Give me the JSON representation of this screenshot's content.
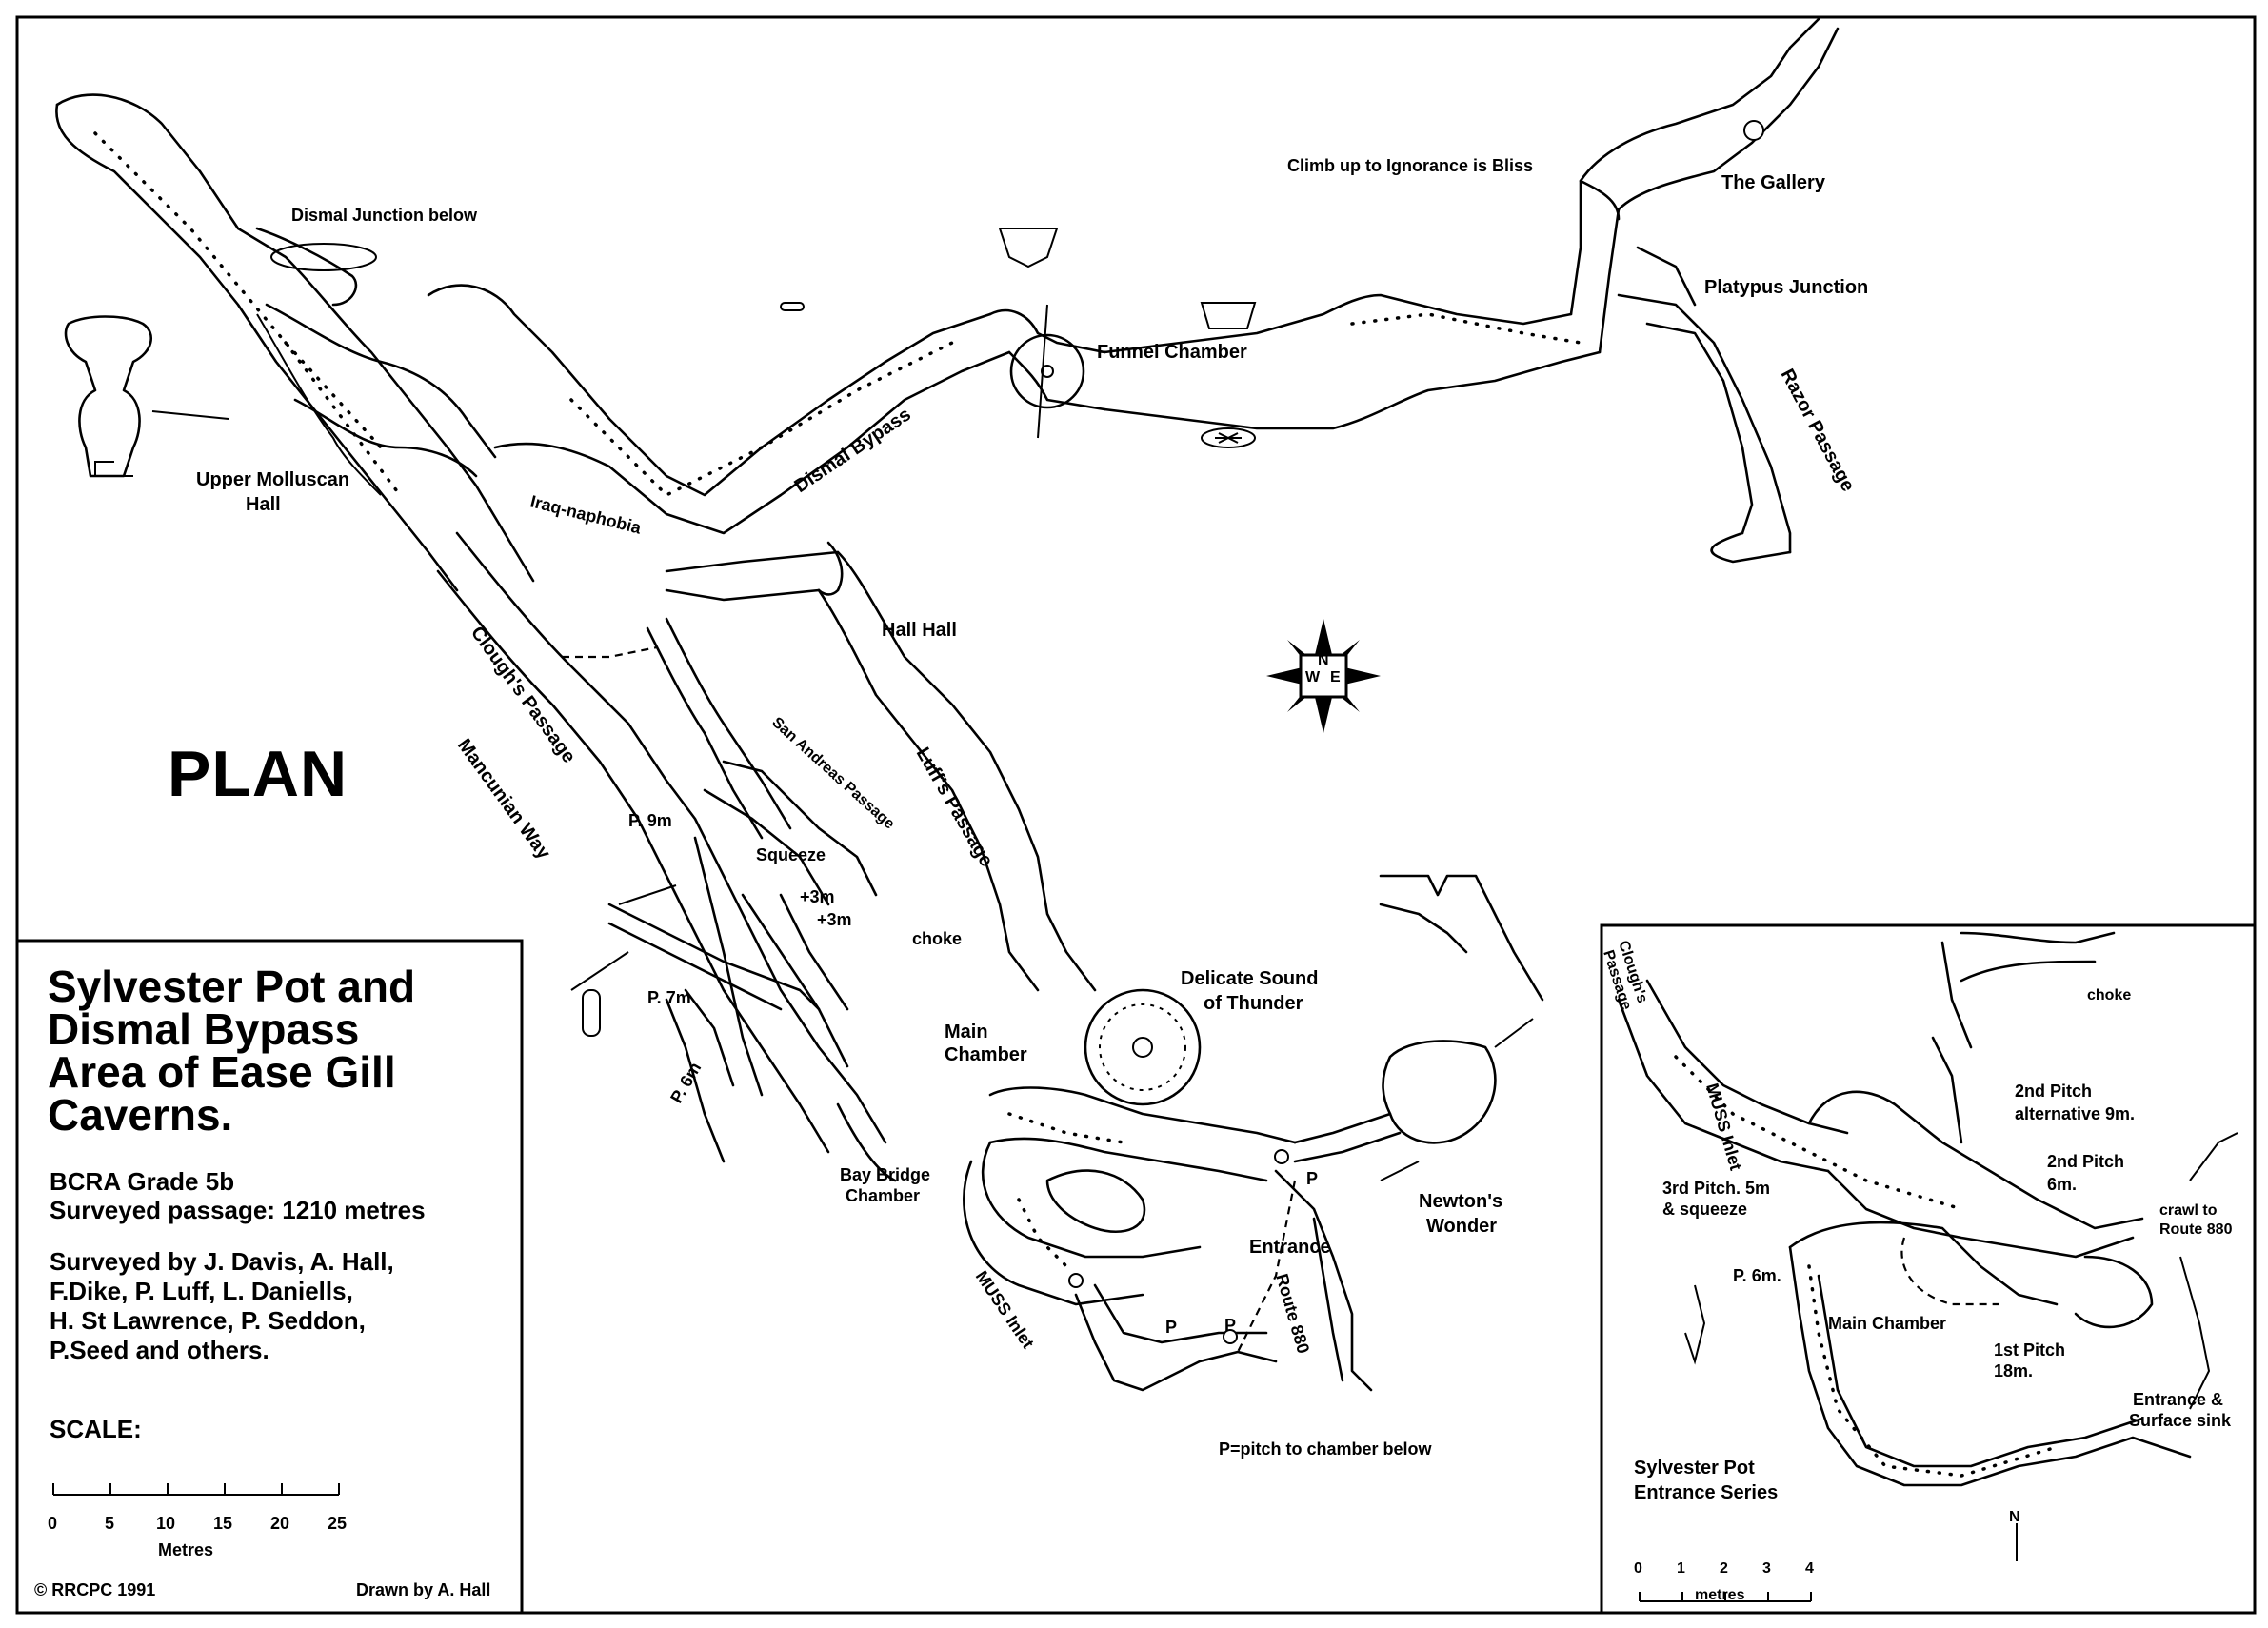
{
  "map": {
    "title": "PLAN",
    "info_panel": {
      "title": "Sylvester Pot and\nDismal Bypass\nArea of Ease Gill\nCaverns.",
      "grade": "BCRA Grade 5b",
      "surveyed_passage": "Surveyed passage:  1210 metres",
      "surveyors": "Surveyed by J. Davis, A. Hall,\nF.Dike, P. Luff, L. Daniells,\nH. St Lawrence, P. Seddon,\nP.Seed and others.",
      "scale_label": "SCALE:",
      "scale_ticks": [
        "0",
        "5",
        "10",
        "15",
        "20",
        "25"
      ],
      "scale_unit": "Metres",
      "copyright": "©  RRCPC 1991",
      "drawn_by": "Drawn by A. Hall"
    },
    "labels": {
      "dismal_junction": "Dismal Junction below",
      "upper_molluscan_1": "Upper Molluscan",
      "upper_molluscan_2": "Hall",
      "iraq_naphobia": "Iraq-naphobia",
      "dismal_bypass": "Dismal Bypass",
      "funnel_chamber": "Funnel Chamber",
      "climb_up": "Climb up to Ignorance is Bliss",
      "the_gallery": "The Gallery",
      "platypus_junction": "Platypus Junction",
      "razor_passage": "Razor Passage",
      "hall_hall": "Hall Hall",
      "cloughs_passage": "Clough's Passage",
      "mancunian_way": "Mancunian Way",
      "san_andreas": "San Andreas Passage",
      "luffs_passage": "Luff's Passage",
      "p9m": "P. 9m",
      "squeeze": "Squeeze",
      "plus3m_a": "+3m",
      "plus3m_b": "+3m",
      "choke": "choke",
      "p7m": "P. 7m",
      "p6m": "P. 6m",
      "delicate_1": "Delicate Sound",
      "delicate_2": "of Thunder",
      "main_chamber_1": "Main",
      "main_chamber_2": "Chamber",
      "bay_bridge_1": "Bay Bridge",
      "bay_bridge_2": "Chamber",
      "muss_inlet": "MUSS Inlet",
      "entrance": "Entrance",
      "route_880": "Route 880",
      "newtons_1": "Newton's",
      "newtons_2": "Wonder",
      "pitch_p1": "P",
      "pitch_p2": "P",
      "pitch_p3": "P",
      "pitch_note": "P=pitch to chamber below",
      "compass_n": "N",
      "compass_w": "W",
      "compass_e": "E"
    },
    "inset": {
      "cloughs_1": "Clough's",
      "cloughs_2": "Passage",
      "choke": "choke",
      "muss_inlet": "MUSS Inlet",
      "second_pitch_alt_1": "2nd Pitch",
      "second_pitch_alt_2": "alternative 9m.",
      "second_pitch_1": "2nd Pitch",
      "second_pitch_2": "6m.",
      "third_pitch_1": "3rd Pitch. 5m",
      "third_pitch_2": "& squeeze",
      "crawl_1": "crawl to",
      "crawl_2": "Route 880",
      "p6m": "P. 6m.",
      "main_chamber": "Main Chamber",
      "first_pitch_1": "1st Pitch",
      "first_pitch_2": "18m.",
      "entrance_1": "Entrance &",
      "entrance_2": "Surface sink",
      "series_1": "Sylvester Pot",
      "series_2": "Entrance Series",
      "scale_ticks": [
        "0",
        "1",
        "2",
        "3",
        "4"
      ],
      "scale_unit": "metres",
      "north": "N"
    }
  }
}
